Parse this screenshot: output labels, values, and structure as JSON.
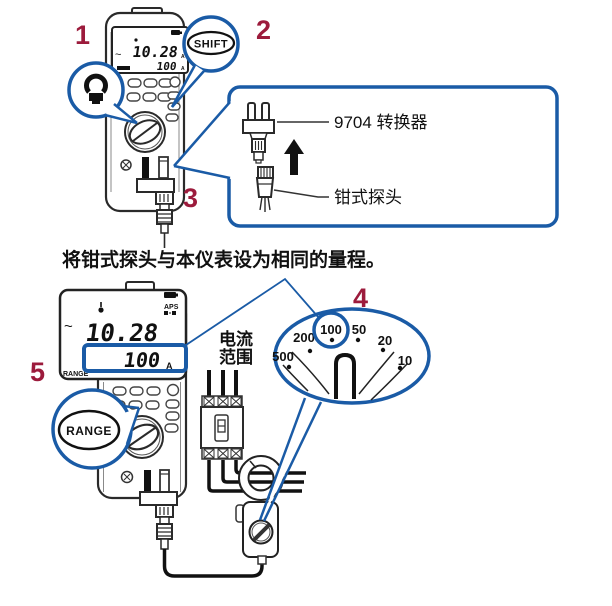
{
  "colors": {
    "callout_blue": "#1a5ba6",
    "step_red": "#9c1b3c",
    "line_black": "#1a1a1a"
  },
  "steps": [
    "1",
    "2",
    "3",
    "4",
    "5"
  ],
  "top_meter": {
    "ac": "~",
    "main": "10.28",
    "sub": "100",
    "unit": "A"
  },
  "shift": {
    "label": "SHIFT"
  },
  "box": {
    "converter": "9704 转换器",
    "probe": "钳式探头"
  },
  "instruction": "将钳式探头与本仪表设为相同的量程。",
  "lcd": {
    "ac": "~",
    "main": "10.28",
    "sub": "100",
    "unit": "A",
    "range": "RANGE",
    "aps": "APS"
  },
  "range": {
    "label": "RANGE"
  },
  "current_range": {
    "line1": "电流",
    "line2": "范围"
  },
  "dial": {
    "values": [
      "500",
      "200",
      "100",
      "50",
      "20",
      "10"
    ],
    "selected": "100"
  }
}
